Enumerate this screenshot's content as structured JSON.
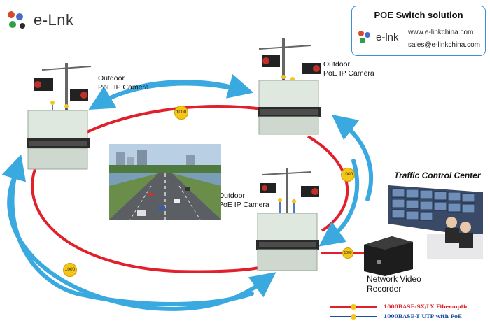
{
  "logo": {
    "text": "e-Lnk"
  },
  "infobox": {
    "title": "POE Switch solution",
    "logo_text": "e-lnk",
    "website": "www.e-linkchina.com",
    "email": "sales@e-linkchina.com"
  },
  "cameras": [
    {
      "label_line1": "Outdoor",
      "label_line2": "PoE IP Camera"
    },
    {
      "label_line1": "Outdoor",
      "label_line2": "PoE IP Camera"
    },
    {
      "label_line1": "Outdoor",
      "label_line2": "PoE IP Camera"
    }
  ],
  "fiber_badges": [
    "1000",
    "1000",
    "1000",
    "1000"
  ],
  "traffic_center": {
    "title": "Traffic Control Center"
  },
  "nvr": {
    "line1": "Network Video",
    "line2": "Recorder"
  },
  "legend": {
    "fiber": {
      "label": "1000BASE-SX/LX Fiber-optic",
      "color": "#e0202a"
    },
    "utp": {
      "label": "1000BASE-T UTP with PoE",
      "color": "#1a4fa0"
    }
  },
  "colors": {
    "fiber": "#e0202a",
    "wireless_arrow": "#3aa9e0",
    "poe": "#1a4fa0",
    "badge": "#f5c518"
  }
}
